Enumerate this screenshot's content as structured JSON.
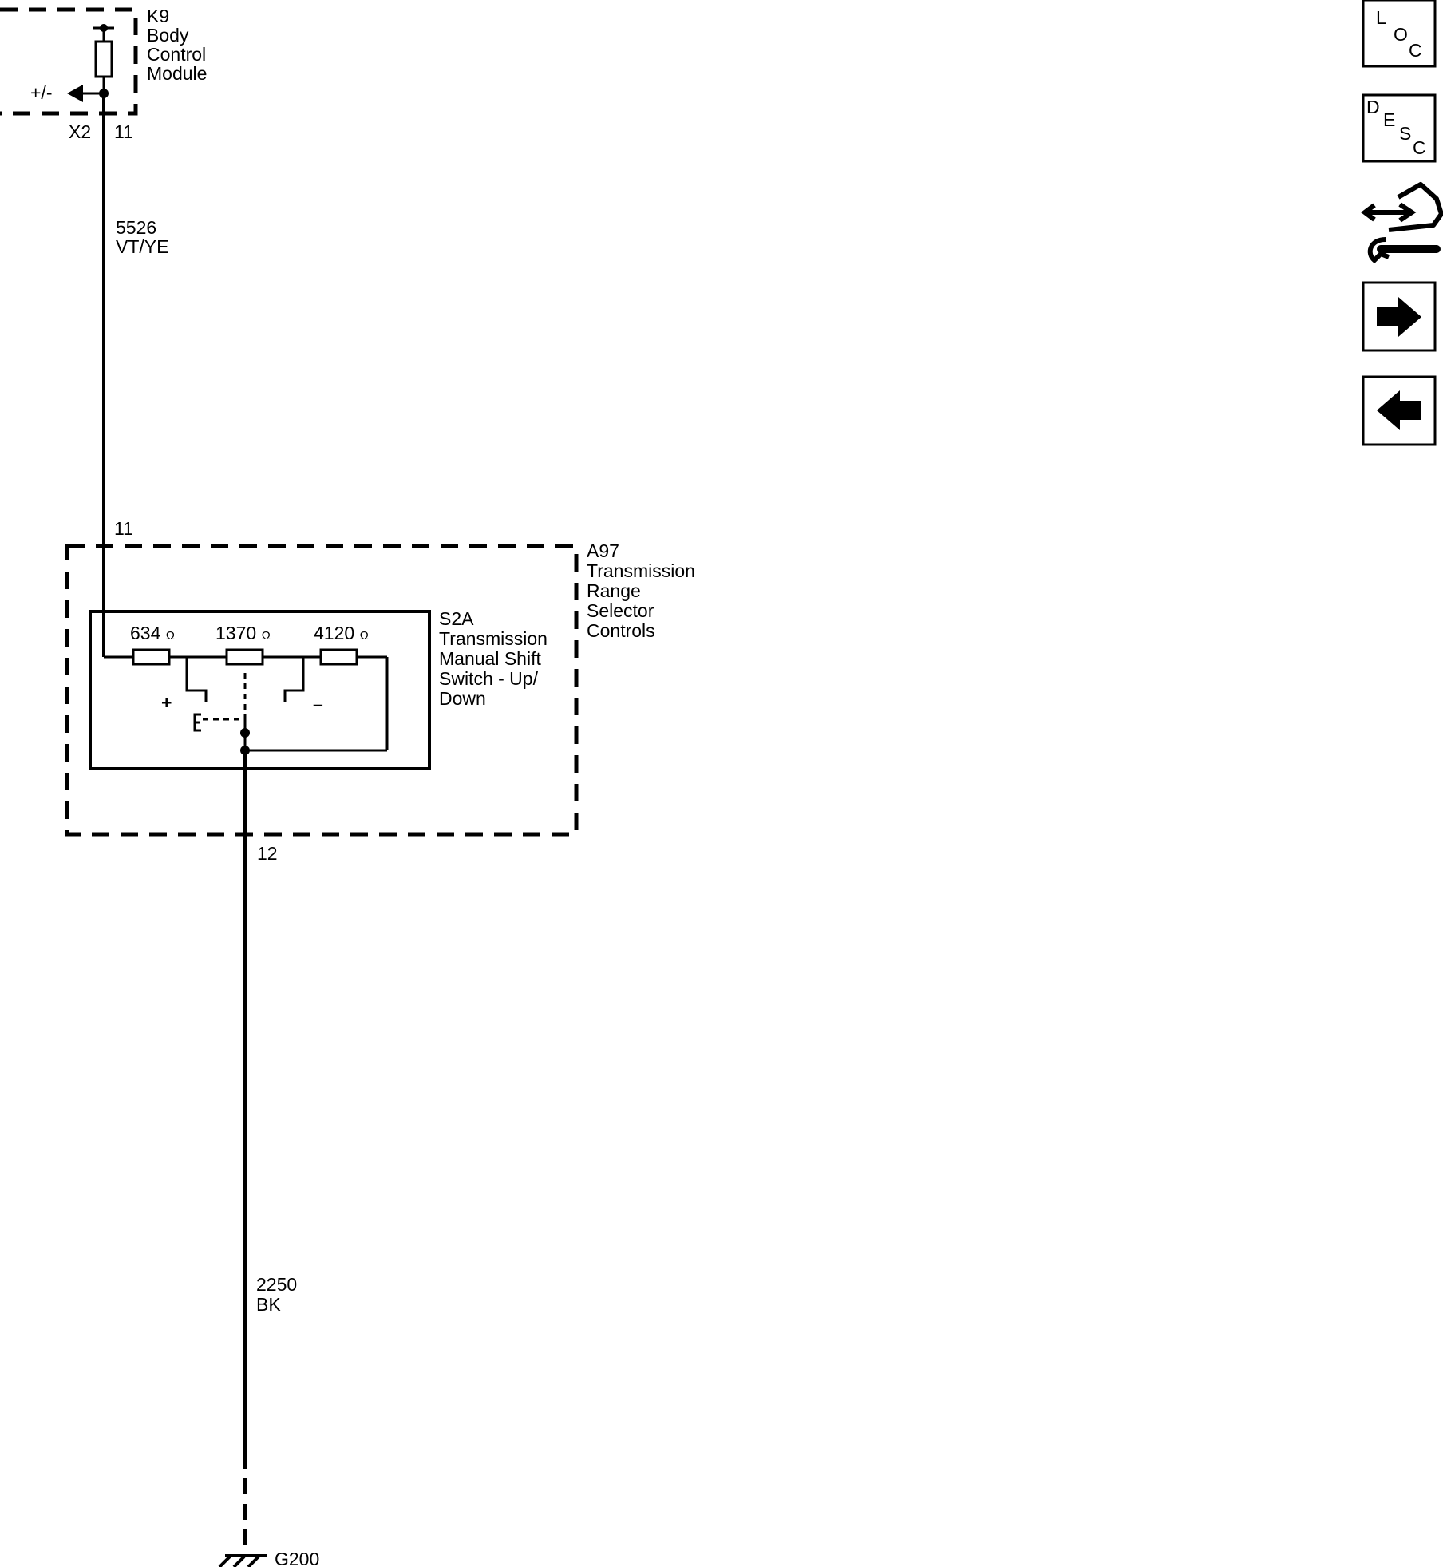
{
  "k9": {
    "id": "K9",
    "name_lines": [
      "Body",
      "Control",
      "Module"
    ],
    "polarity": "+/-",
    "connector": "X2",
    "pin": "11"
  },
  "wire_top": {
    "circuit": "5526",
    "color": "VT/YE"
  },
  "a97": {
    "pin_in": "11",
    "id": "A97",
    "name_lines": [
      "Transmission",
      "Range",
      "Selector",
      "Controls"
    ],
    "pin_out": "12"
  },
  "s2a": {
    "id": "S2A",
    "name_lines": [
      "Transmission",
      "Manual Shift",
      "Switch - Up/",
      "Down"
    ],
    "resistors": [
      "634",
      "1370",
      "4120"
    ],
    "ohm_symbol": "Ω",
    "plus": "+",
    "minus": "–"
  },
  "wire_bottom": {
    "circuit": "2250",
    "color": "BK"
  },
  "ground": {
    "id": "G200"
  },
  "nav": {
    "loc": [
      "L",
      "O",
      "C"
    ],
    "desc": [
      "D",
      "E",
      "S",
      "C"
    ],
    "buttons": [
      "loc-button",
      "desc-button",
      "connector-service-button",
      "next-button",
      "previous-button"
    ]
  }
}
